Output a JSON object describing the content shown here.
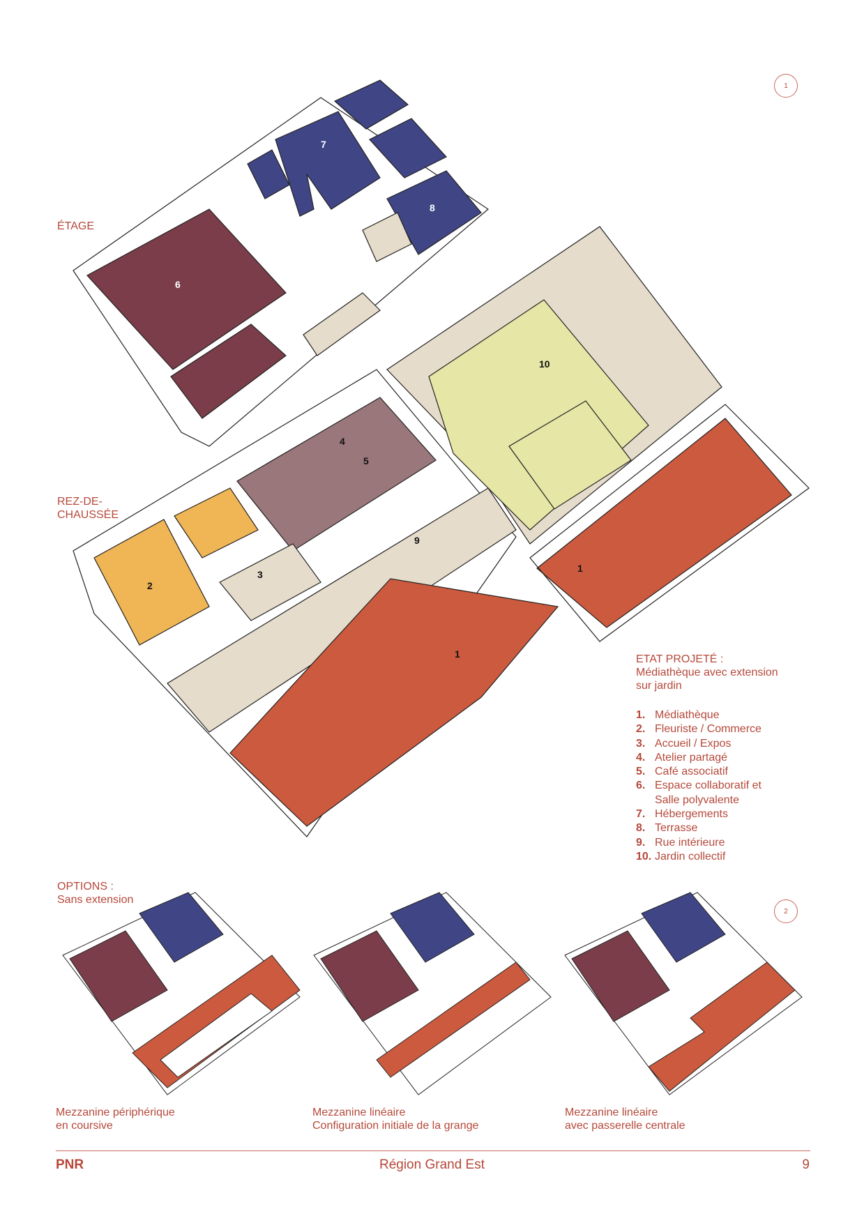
{
  "page_label": "1",
  "options_label": "2",
  "levels": {
    "upper": "ÉTAGE",
    "ground_line1": "REZ-DE-",
    "ground_line2": "CHAUSSÉE"
  },
  "project_state": {
    "title": "ETAT PROJETÉ :",
    "line1": "Médiathèque avec extension",
    "line2": "sur jardin"
  },
  "legend": [
    {
      "num": "1.",
      "label": "Médiathèque"
    },
    {
      "num": "2.",
      "label": "Fleuriste / Commerce"
    },
    {
      "num": "3.",
      "label": "Accueil / Expos"
    },
    {
      "num": "4.",
      "label": "Atelier partagé"
    },
    {
      "num": "5.",
      "label": "Café associatif"
    },
    {
      "num": "6.",
      "label": "Espace collaboratif et"
    },
    {
      "num": "",
      "label": "Salle polyvalente"
    },
    {
      "num": "7.",
      "label": "Hébergements"
    },
    {
      "num": "8.",
      "label": "Terrasse"
    },
    {
      "num": "9.",
      "label": "Rue intérieure"
    },
    {
      "num": "10.",
      "label": "Jardin collectif"
    }
  ],
  "plan_numbers": {
    "n1a": "1",
    "n1b": "1",
    "n2": "2",
    "n3": "3",
    "n4": "4",
    "n5": "5",
    "n6": "6",
    "n7": "7",
    "n8": "8",
    "n9": "9",
    "n10": "10"
  },
  "options": {
    "title": "OPTIONS :",
    "subtitle": "Sans extension",
    "items": [
      {
        "line1": "Mezzanine périphérique",
        "line2": "en coursive"
      },
      {
        "line1": "Mezzanine linéaire",
        "line2": "Configuration initiale de la grange"
      },
      {
        "line1": "Mezzanine linéaire",
        "line2": "avec passerelle centrale"
      }
    ]
  },
  "footer": {
    "left": "PNR",
    "center": "Région Grand Est",
    "right": "9"
  },
  "colors": {
    "mediatheque": "#cc5a3e",
    "fleuriste": "#f0b655",
    "atelier": "#9a777b",
    "collaboratif": "#7a3d49",
    "hebergement": "#3f4585",
    "jardin": "#e6e6a6",
    "rue": "#e6dccb",
    "wall": "#ffffff",
    "stroke": "#222222",
    "accent": "#b5483a"
  }
}
